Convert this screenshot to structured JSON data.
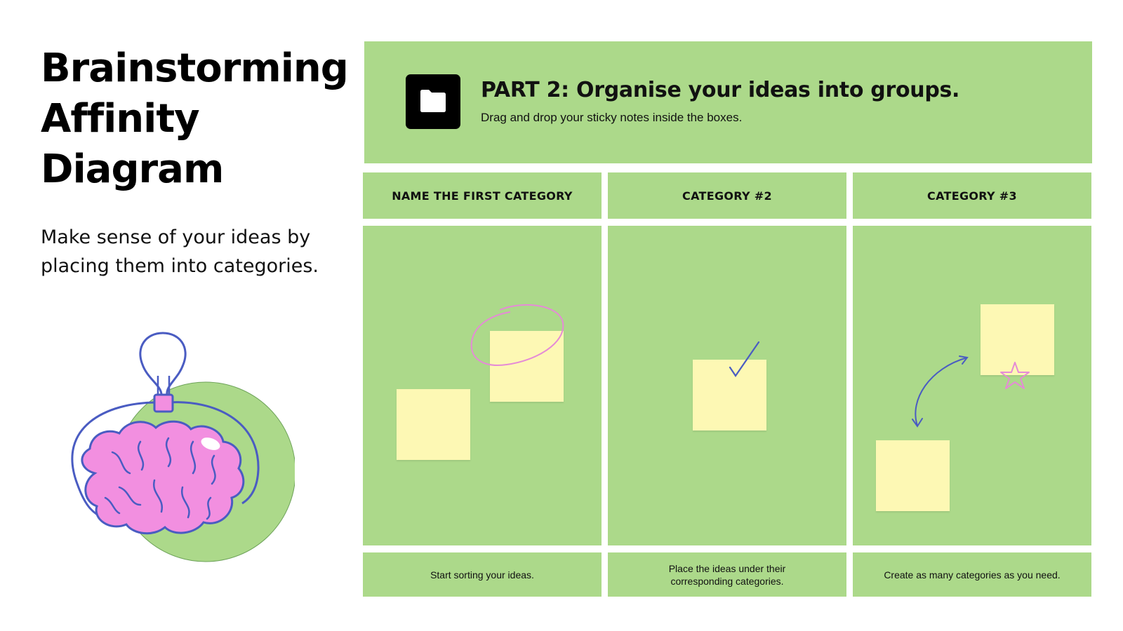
{
  "title": {
    "line1": "Brainstorming",
    "line2": "Affinity",
    "line3": "Diagram"
  },
  "subtitle": {
    "line1": "Make sense of your ideas by",
    "line2": "placing them into categories."
  },
  "header": {
    "icon": "folder-icon",
    "title": "PART 2: Organise your ideas into groups.",
    "subtitle": "Drag and drop your sticky notes inside the boxes."
  },
  "categories": [
    {
      "name": "NAME THE FIRST CATEGORY",
      "footer_line1": "Start sorting your ideas.",
      "footer_line2": ""
    },
    {
      "name": "CATEGORY #2",
      "footer_line1": "Place the ideas under their",
      "footer_line2": "corresponding categories."
    },
    {
      "name": "CATEGORY #3",
      "footer_line1": "Create as many categories as you need.",
      "footer_line2": ""
    }
  ],
  "colors": {
    "panel_green": "#acd98a",
    "sticky_yellow": "#fdf8b4",
    "doodle_pink": "#e58bd6",
    "doodle_blue": "#4a5cc2",
    "brain_pink": "#f28fe0"
  }
}
